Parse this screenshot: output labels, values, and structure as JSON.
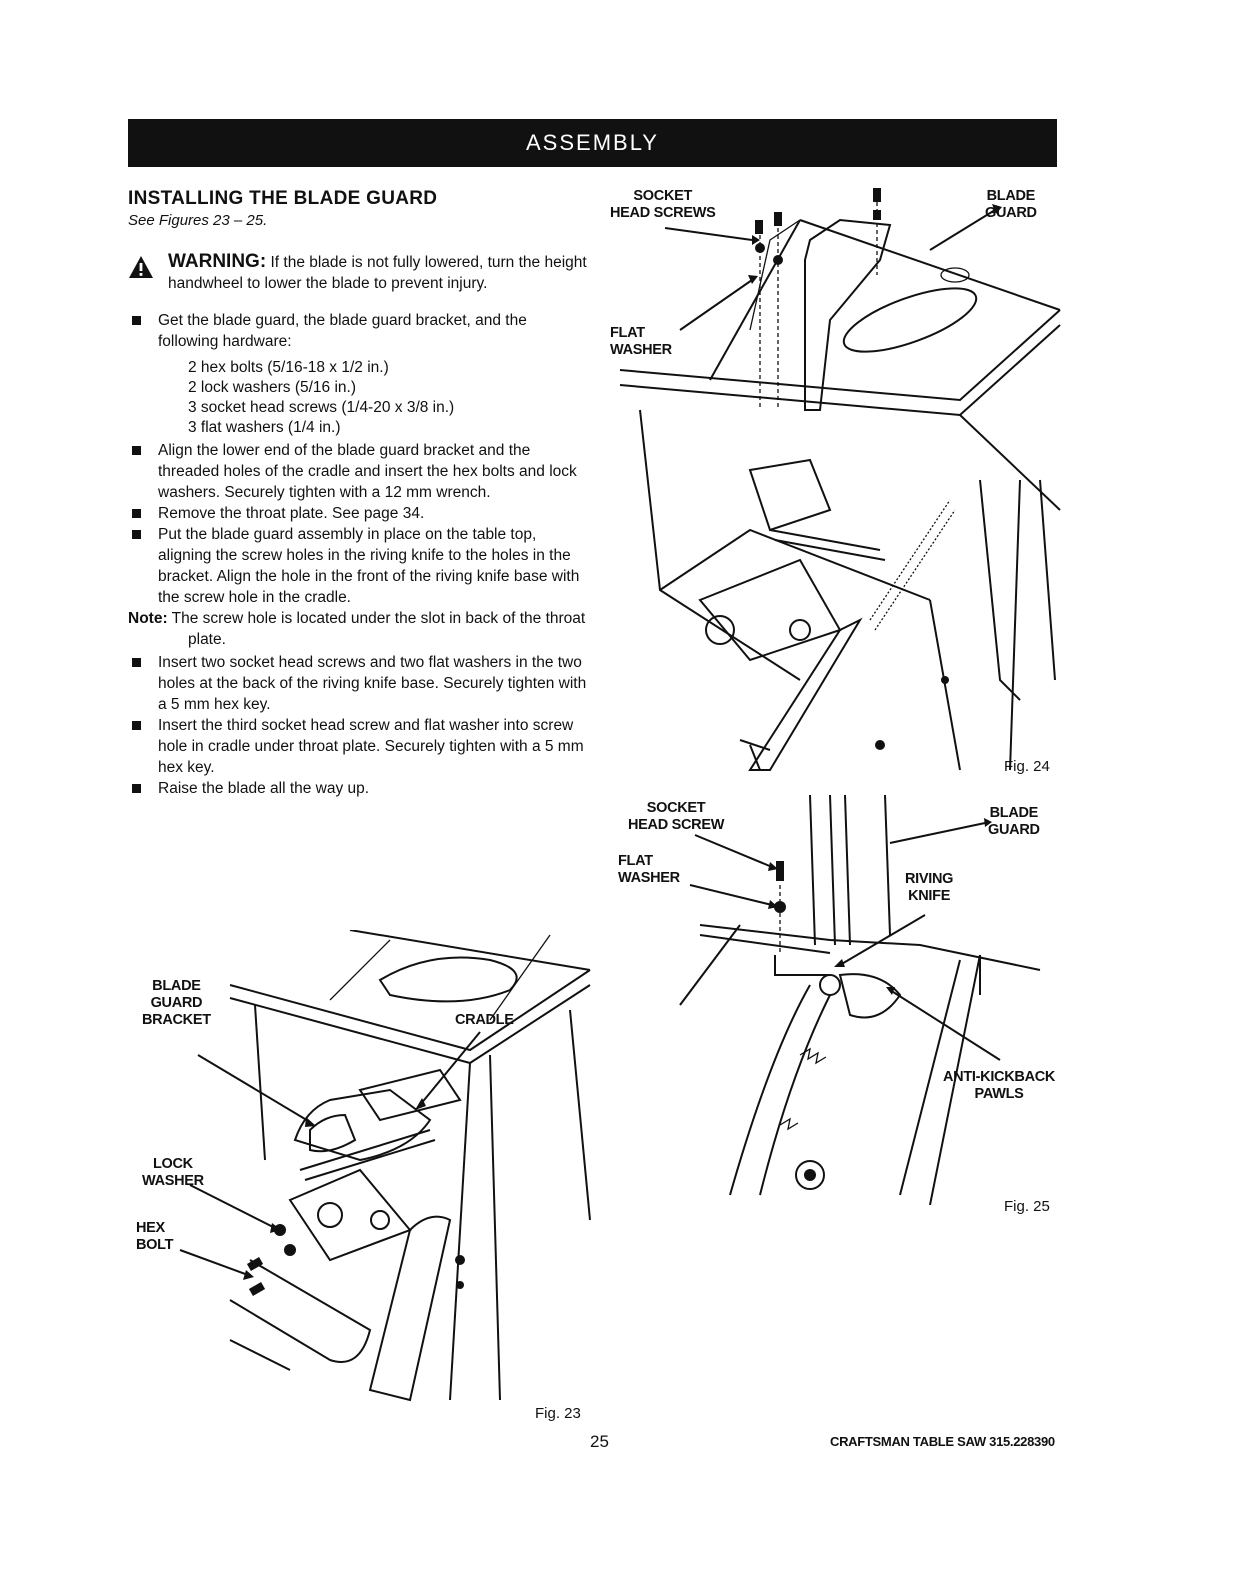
{
  "header": {
    "title": "ASSEMBLY"
  },
  "section": {
    "title": "INSTALLING THE BLADE GUARD",
    "see_figures": "See Figures 23 – 25."
  },
  "warning": {
    "label": "WARNING:",
    "text": "If the blade is not fully lowered, turn the height handwheel to lower the blade to prevent injury."
  },
  "steps": [
    "Get the blade guard, the blade guard bracket, and the following hardware:",
    "Align the lower end of the blade guard bracket and the threaded holes of the cradle and insert the hex bolts and lock washers. Securely tighten with a 12 mm wrench.",
    "Remove the throat plate. See page 34.",
    "Put the blade guard assembly in place on the table top, aligning the screw holes in the riving knife to the holes in the bracket. Align the hole in the front of the riving knife base with the screw hole in the cradle."
  ],
  "hardware": [
    "2 hex bolts (5/16-18 x 1/2 in.)",
    "2 lock washers (5/16 in.)",
    "3 socket head screws (1/4-20 x 3/8 in.)",
    "3 flat washers (1/4 in.)"
  ],
  "note": {
    "label": "Note:",
    "text": "The screw hole is located under the slot in back of the throat plate."
  },
  "steps2": [
    "Insert two socket head screws and two flat washers in the two holes at the back of the riving knife base. Securely tighten with a 5 mm hex key.",
    "Insert the third socket head screw and flat washer into screw hole in cradle under throat plate. Securely tighten with a 5 mm hex key.",
    "Raise the blade all the way up."
  ],
  "fig24": {
    "label": "Fig. 24",
    "callouts": {
      "socket_line1": "SOCKET",
      "socket_line2": "HEAD SCREWS",
      "flat_line1": "FLAT",
      "flat_line2": "WASHER",
      "blade_line1": "BLADE",
      "blade_line2": "GUARD"
    }
  },
  "fig25": {
    "label": "Fig. 25",
    "callouts": {
      "socket_line1": "SOCKET",
      "socket_line2": "HEAD SCREW",
      "flat_line1": "FLAT",
      "flat_line2": "WASHER",
      "blade_line1": "BLADE",
      "blade_line2": "GUARD",
      "riving_line1": "RIVING",
      "riving_line2": "KNIFE",
      "anti_line1": "ANTI-KICKBACK",
      "anti_line2": "PAWLS"
    }
  },
  "fig23": {
    "label": "Fig. 23",
    "callouts": {
      "bracket_line1": "BLADE",
      "bracket_line2": "GUARD",
      "bracket_line3": "BRACKET",
      "cradle": "CRADLE",
      "lock_line1": "LOCK",
      "lock_line2": "WASHER",
      "hex_line1": "HEX",
      "hex_line2": "BOLT"
    }
  },
  "footer": {
    "page_number": "25",
    "brand": "CRAFTSMAN TABLE SAW 315.228390"
  }
}
